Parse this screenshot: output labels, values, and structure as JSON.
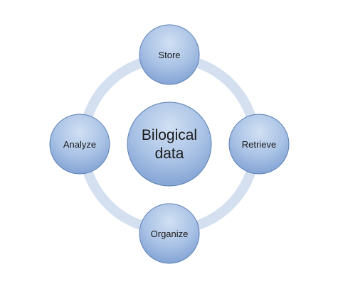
{
  "diagram": {
    "center": {
      "line1": "Bilogical",
      "line2": "data"
    },
    "nodes": {
      "top": "Store",
      "right": "Retrieve",
      "bottom": "Organize",
      "left": "Analyze"
    }
  },
  "colors": {
    "ring": "#d4dff0",
    "node_fill_top": "#c7d8ef",
    "node_fill_bottom": "#85a7d6",
    "node_stroke": "#5a7fb6",
    "text": "#1a1a1a"
  }
}
